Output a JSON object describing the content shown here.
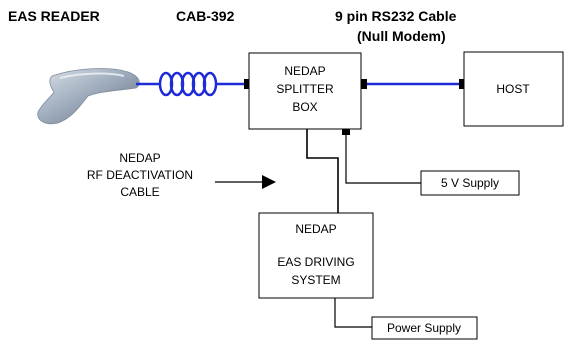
{
  "header": {
    "eas_reader": "EAS READER",
    "cab": "CAB-392",
    "rs232_line1": "9 pin RS232 Cable",
    "rs232_line2": "(Null Modem)"
  },
  "splitter": {
    "line1": "NEDAP",
    "line2": "SPLITTER",
    "line3": "BOX"
  },
  "host": {
    "label": "HOST"
  },
  "supply5v": {
    "label": "5 V Supply"
  },
  "rf_cable": {
    "line1": "NEDAP",
    "line2": "RF DEACTIVATION",
    "line3": "CABLE"
  },
  "driving": {
    "line1": "NEDAP",
    "line2": "EAS DRIVING",
    "line3": "SYSTEM"
  },
  "power": {
    "label": "Power Supply"
  },
  "colors": {
    "cable_blue": "#1f2bd6",
    "scanner_gray": "#8a99ac"
  }
}
